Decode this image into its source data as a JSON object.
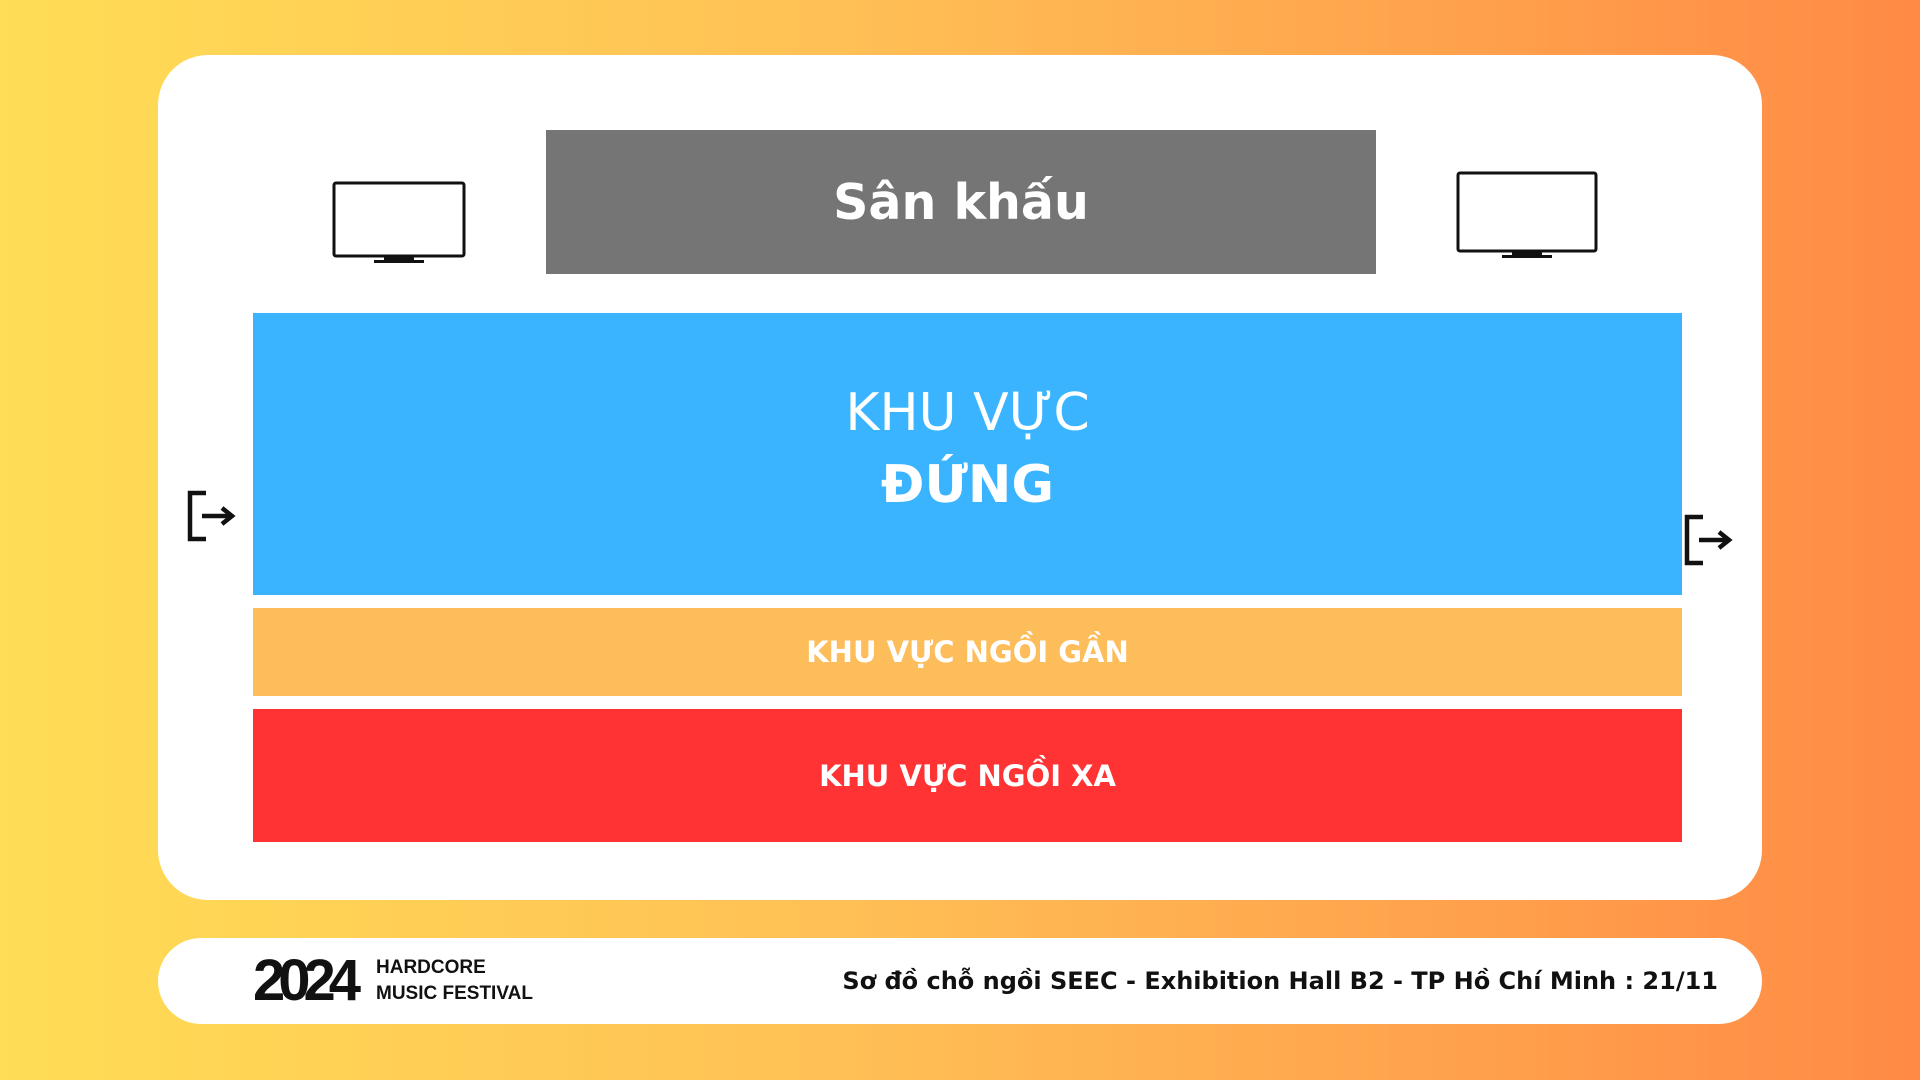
{
  "stage": {
    "label": "Sân khấu",
    "color": "#757575"
  },
  "screens": [
    {
      "icon": "monitor-icon",
      "position": "left"
    },
    {
      "icon": "monitor-icon",
      "position": "right"
    }
  ],
  "zones": {
    "standing": {
      "line1": "KHU VỰC",
      "line2": "ĐỨNG",
      "color": "#3AB4FF"
    },
    "near": {
      "label": "KHU VỰC NGỒI GẦN",
      "color": "#FDBD5B"
    },
    "far": {
      "label": "KHU VỰC NGỒI XA",
      "color": "#FF3334"
    }
  },
  "exits": [
    {
      "icon": "exit-icon",
      "side": "left"
    },
    {
      "icon": "exit-icon",
      "side": "right"
    }
  ],
  "footer": {
    "logo_year": "2024",
    "logo_line1": "HARDCORE",
    "logo_line2": "MUSIC FESTIVAL",
    "caption": "Sơ đồ chỗ ngồi SEEC - Exhibition Hall B2 - TP Hồ Chí Minh : 21/11"
  }
}
